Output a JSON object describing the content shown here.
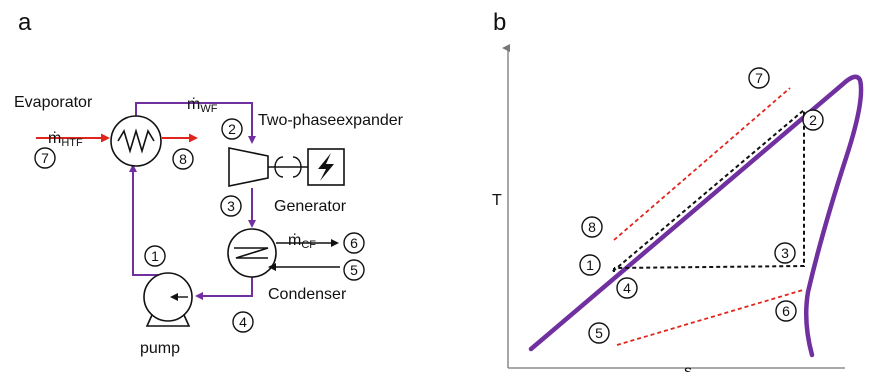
{
  "panels": {
    "a": "a",
    "b": "b"
  },
  "labels": {
    "evaporator": "Evaporator",
    "expander": "Two-phaseexpander",
    "generator": "Generator",
    "condenser": "Condenser",
    "pump": "pump",
    "m_wf": "ṁ",
    "m_wf_sub": "WF",
    "m_htf": "ṁ",
    "m_htf_sub": "HTF",
    "m_cf": "ṁ",
    "m_cf_sub": "CF"
  },
  "states": {
    "s1": "1",
    "s2": "2",
    "s3": "3",
    "s4": "4",
    "s5": "5",
    "s6": "6",
    "s7": "7",
    "s8": "8"
  },
  "axes": {
    "y": "T",
    "x": "s"
  },
  "colors": {
    "working_fluid": "#7030a0",
    "external_streams": "#e0261c",
    "cycle_path": "#111111"
  }
}
